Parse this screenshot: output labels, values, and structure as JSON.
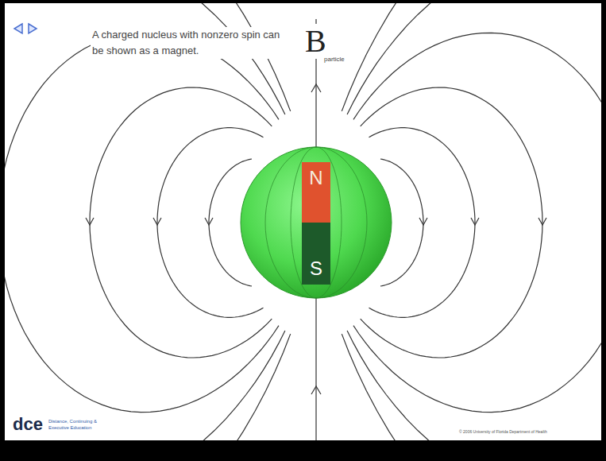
{
  "diagram": {
    "nodes": [
      {
        "text": [
          "N"
        ]
      },
      {
        "text": [
          "S"
        ]
      }
    ],
    "labels": [
      "A charged nucleus with nonzero spin can be shown as a magnet.",
      "B",
      "particle",
      "dce",
      "Distance, Continuing & Executive Education",
      "© 2006 University of Florida Department of Health"
    ]
  }
}
